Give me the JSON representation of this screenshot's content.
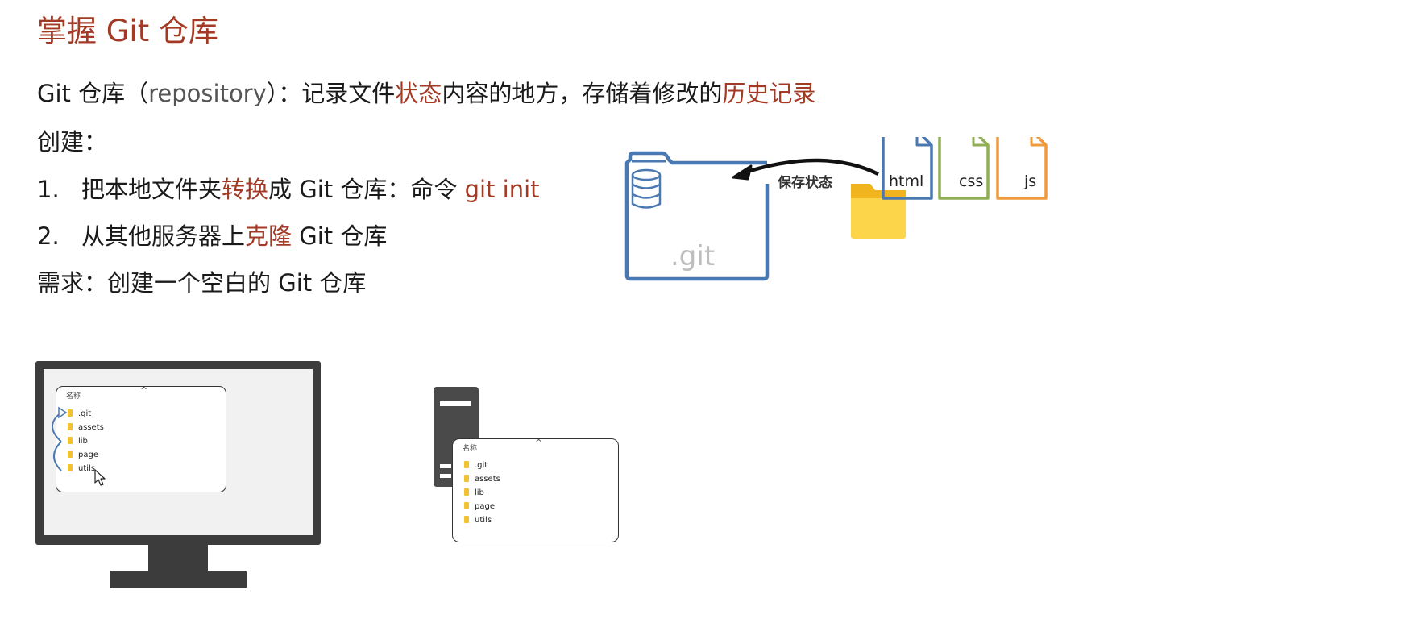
{
  "title": "掌握 Git 仓库",
  "definition": {
    "prefix": "Git 仓库（",
    "term": "repository",
    "middle": "）：记录文件",
    "hl1": "状态",
    "middle2": "内容的地方，存储着修改的",
    "hl2": "历史记录"
  },
  "create_label": "创建：",
  "steps": [
    {
      "num": "1.",
      "pre": "把本地文件夹",
      "hl": "转换",
      "post": "成 Git 仓库：命令 ",
      "cmd": "git init"
    },
    {
      "num": "2.",
      "pre": "从其他服务器上",
      "hl": "克隆",
      "post": " Git 仓库"
    }
  ],
  "requirement": "需求：创建一个空白的 Git 仓库",
  "diagram": {
    "repo_label": ".git",
    "save_label": "保存状态",
    "files": [
      "html",
      "css",
      "js"
    ],
    "colors": {
      "html": "#4a78b0",
      "css": "#8fae56",
      "js": "#ef9a3c",
      "repo": "#4a78b0",
      "accent": "#a33a26"
    }
  },
  "local_list": {
    "header": "名称",
    "items": [
      ".git",
      "assets",
      "lib",
      "page",
      "utils"
    ]
  },
  "server_list": {
    "header": "名称",
    "items": [
      ".git",
      "assets",
      "lib",
      "page",
      "utils"
    ]
  }
}
